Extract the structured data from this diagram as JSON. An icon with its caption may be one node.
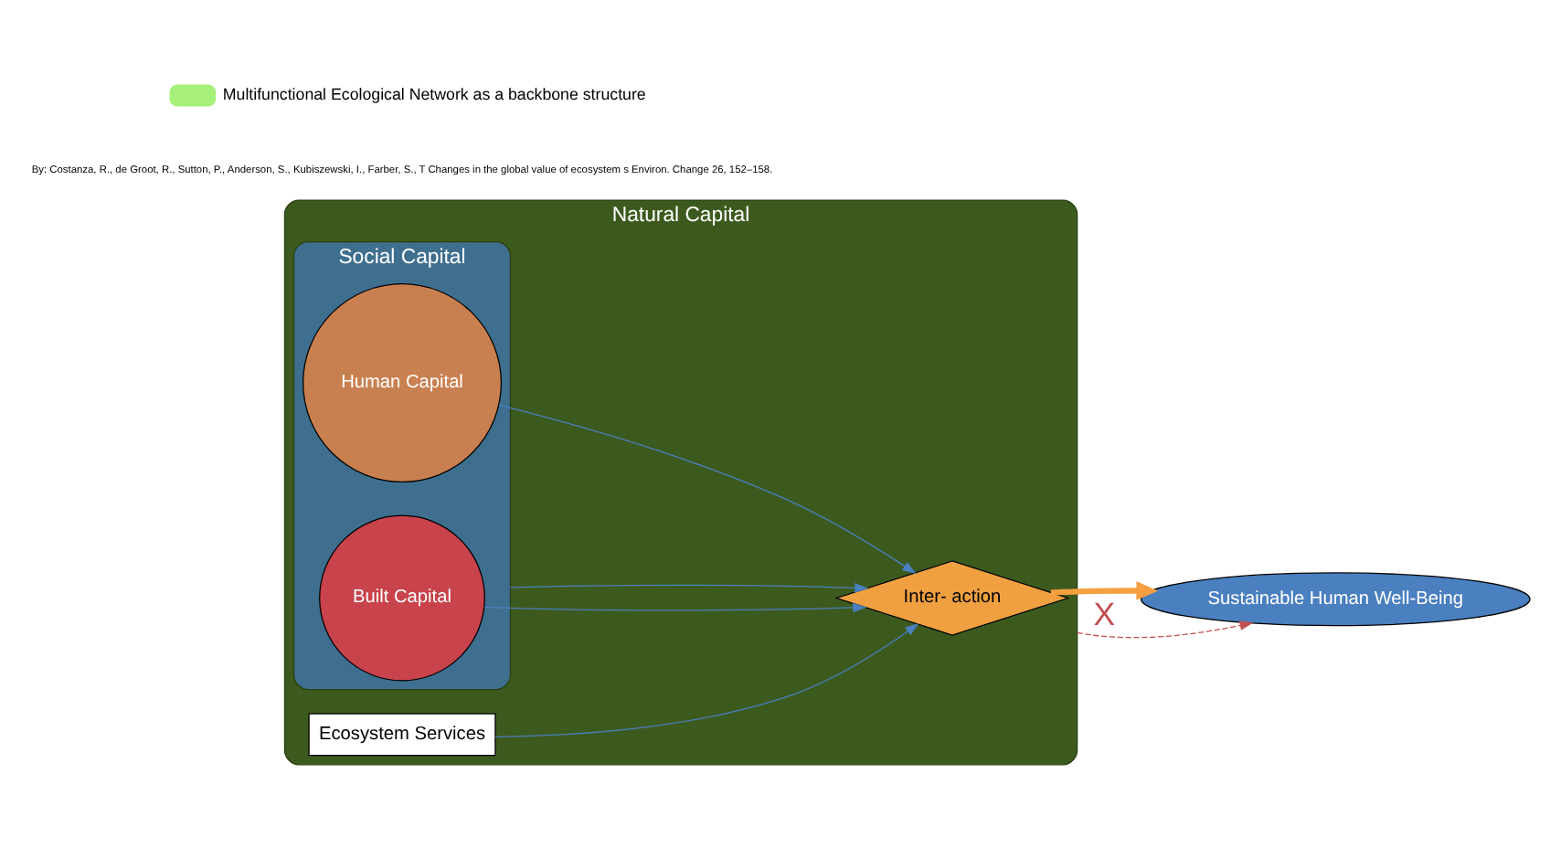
{
  "diagram": {
    "nodes": [
      {
        "text": [
          "Natural Capital"
        ]
      },
      {
        "text": [
          "Social Capital"
        ],
        "in": 0
      },
      {
        "text": [
          "Built Capital"
        ],
        "in": 1
      },
      {
        "text": [
          "Human Capital"
        ],
        "in": 1
      },
      {
        "text": [
          "Inter- action"
        ],
        "in": 0
      },
      {
        "text": [
          "Ecosystem Services"
        ],
        "in": 0
      },
      {
        "text": [
          "Sustainable Human Well-Being"
        ]
      }
    ],
    "edges": [
      {
        "from": 2,
        "to": 4,
        "arrow": "to"
      },
      {
        "from": 1,
        "to": 4,
        "arrow": "to"
      },
      {
        "from": 3,
        "to": 4,
        "arrow": "to"
      },
      {
        "from": 5,
        "to": 4,
        "arrow": "to"
      },
      {
        "from": 4,
        "to": 6,
        "arrow": "to",
        "style": "thick",
        "color": "#f5a040"
      },
      {
        "from": 0,
        "to": 6,
        "arrow": "to",
        "style": "dashed",
        "color": "#c0504d",
        "label": "X"
      }
    ],
    "labels": [
      "By: Costanza, R., de Groot, R., Sutton, P., Anderson, S., Kubiszewski, I., Farber, S., T Changes in the global value of ecosystem s Environ. Change 26, 152–158."
    ],
    "legend": [
      {
        "text": "Multifunctional Ecological Network as a backbone structure",
        "color": "#a6f07a"
      }
    ]
  }
}
